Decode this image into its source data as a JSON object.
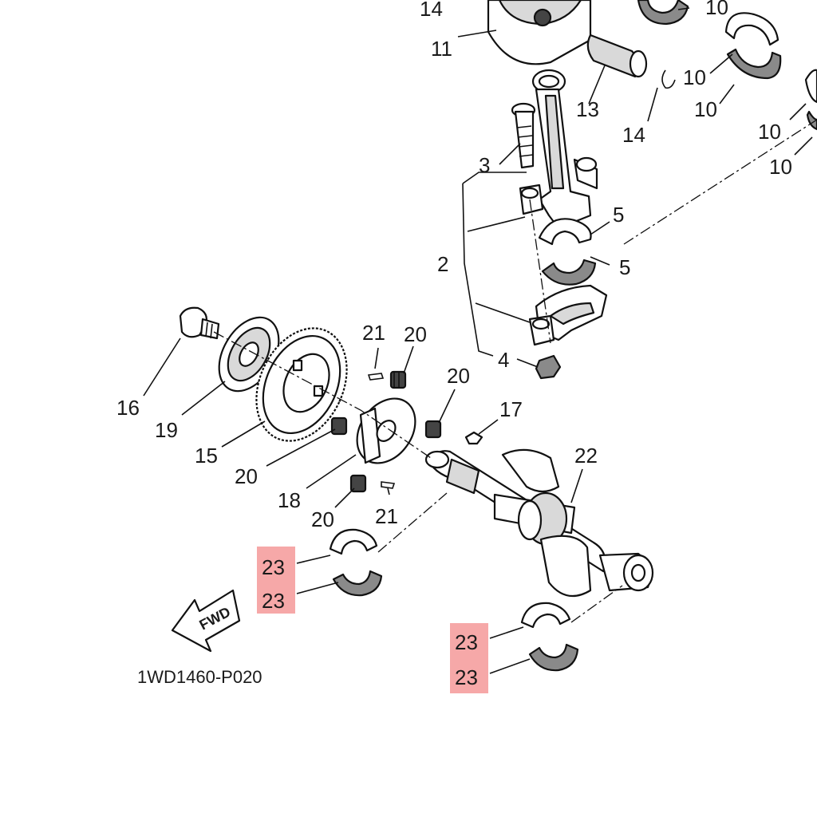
{
  "diagram": {
    "part_code": "1WD1460-P020",
    "fwd_label": "FWD",
    "highlight_color": "#f6a8a8",
    "callouts": {
      "c14a": "14",
      "c10a": "10",
      "c11": "11",
      "c10b": "10",
      "c10c": "10",
      "c13": "13",
      "c14b": "14",
      "c10d": "10",
      "c10e": "10",
      "c3": "3",
      "c5a": "5",
      "c2": "2",
      "c5b": "5",
      "c4": "4",
      "c21a": "21",
      "c20a": "20",
      "c20b": "20",
      "c16": "16",
      "c19": "19",
      "c15": "15",
      "c17": "17",
      "c22": "22",
      "c20c": "20",
      "c18": "18",
      "c20d": "20",
      "c21b": "21",
      "c23a": "23",
      "c23b": "23",
      "c23c": "23",
      "c23d": "23"
    }
  }
}
